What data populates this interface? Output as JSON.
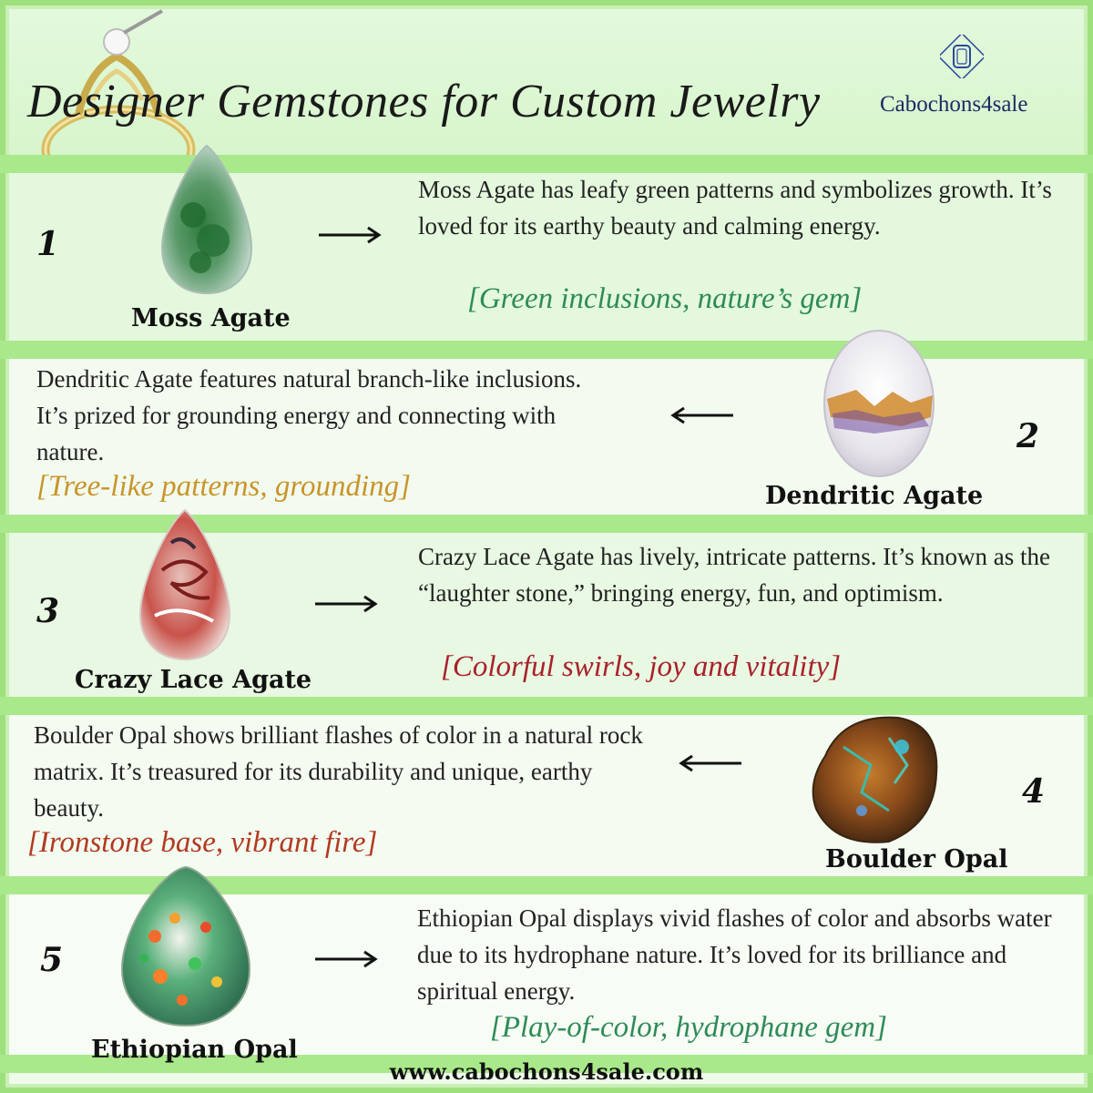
{
  "header": {
    "title": "Designer Gemstones for Custom Jewelry",
    "brand": "Cabochons4sale"
  },
  "gems": [
    {
      "number": "1",
      "name": "Moss Agate",
      "description": "Moss Agate has leafy green patterns and symbolizes growth. It’s loved for its earthy beauty and calming energy.",
      "tagline": "[Green inclusions, nature’s gem]",
      "tag_color": "#2e8b57"
    },
    {
      "number": "2",
      "name": "Dendritic Agate",
      "description": "Dendritic Agate features natural branch-like inclusions. It’s prized for grounding energy and connecting with nature.",
      "tagline": "[Tree-like patterns, grounding]",
      "tag_color": "#c8942a"
    },
    {
      "number": "3",
      "name": "Crazy Lace Agate",
      "description": "Crazy Lace Agate has lively, intricate patterns. It’s known as the “laughter stone,” bringing energy, fun, and optimism.",
      "tagline": "[Colorful swirls, joy and vitality]",
      "tag_color": "#a8212b"
    },
    {
      "number": "4",
      "name": "Boulder Opal",
      "description": "Boulder Opal shows brilliant flashes of  color in a natural rock matrix. It’s treasured for its durability and unique, earthy beauty.",
      "tagline": "[Ironstone base, vibrant fire]",
      "tag_color": "#b23a20"
    },
    {
      "number": "5",
      "name": "Ethiopian Opal",
      "description": "Ethiopian Opal displays vivid flashes of  color and absorbs water due to its hydrophane nature. It’s loved for its brilliance and spiritual energy.",
      "tagline": "[Play-of-color, hydrophane gem]",
      "tag_color": "#2e8b57"
    }
  ],
  "footer": {
    "url": "www.cabochons4sale.com"
  },
  "colors": {
    "stripe": "#a9e88b",
    "brand": "#1c2b64"
  }
}
